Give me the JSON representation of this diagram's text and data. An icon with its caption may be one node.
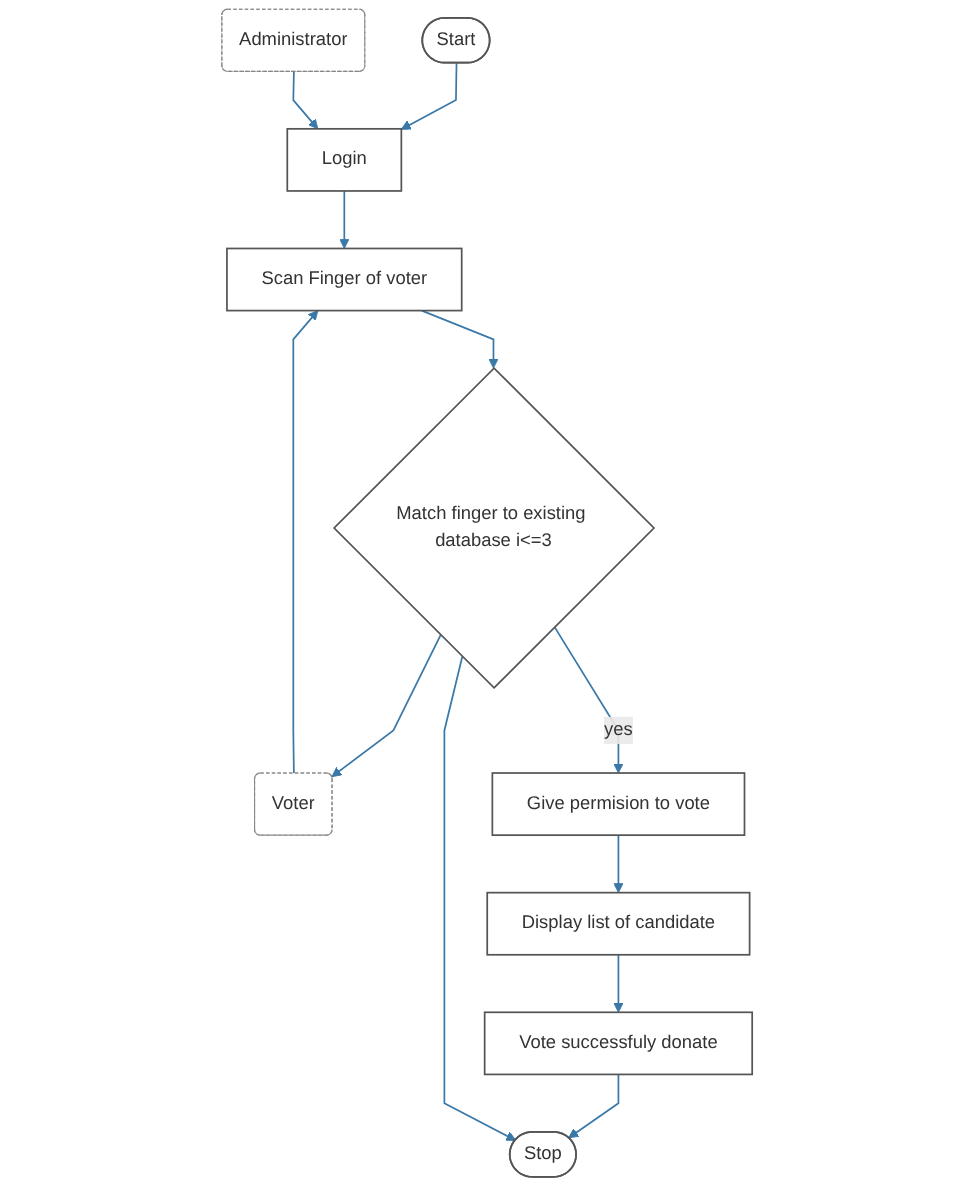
{
  "diagram": {
    "nodes": [
      {
        "text": [
          "Start"
        ]
      },
      {
        "text": [
          "Administrator"
        ]
      },
      {
        "text": [
          "Login"
        ]
      },
      {
        "text": [
          "Scan Finger of voter"
        ]
      },
      {
        "text": [
          "Voter"
        ]
      },
      {
        "text": [
          "Match finger to existing database i<=3"
        ]
      },
      {
        "text": [
          "Give permision to vote"
        ]
      },
      {
        "text": [
          "Display list of candidate"
        ]
      },
      {
        "text": [
          "Vote successfuly donate"
        ]
      },
      {
        "text": [
          "Stop"
        ]
      }
    ],
    "edges": [
      {
        "from": 0,
        "to": 2,
        "arrow": "to"
      },
      {
        "from": 1,
        "to": 2,
        "arrow": "to"
      },
      {
        "from": 2,
        "to": 3,
        "arrow": "to"
      },
      {
        "from": 4,
        "to": 3,
        "arrow": "to"
      },
      {
        "from": 3,
        "to": 5,
        "arrow": "to"
      },
      {
        "from": 5,
        "to": 4,
        "arrow": "to"
      },
      {
        "from": 5,
        "to": 6,
        "label": "yes",
        "arrow": "to"
      },
      {
        "from": 6,
        "to": 7,
        "arrow": "to"
      },
      {
        "from": 7,
        "to": 8,
        "arrow": "to"
      },
      {
        "from": 8,
        "to": 9,
        "arrow": "to"
      },
      {
        "from": 5,
        "to": 9,
        "arrow": "to"
      }
    ]
  }
}
